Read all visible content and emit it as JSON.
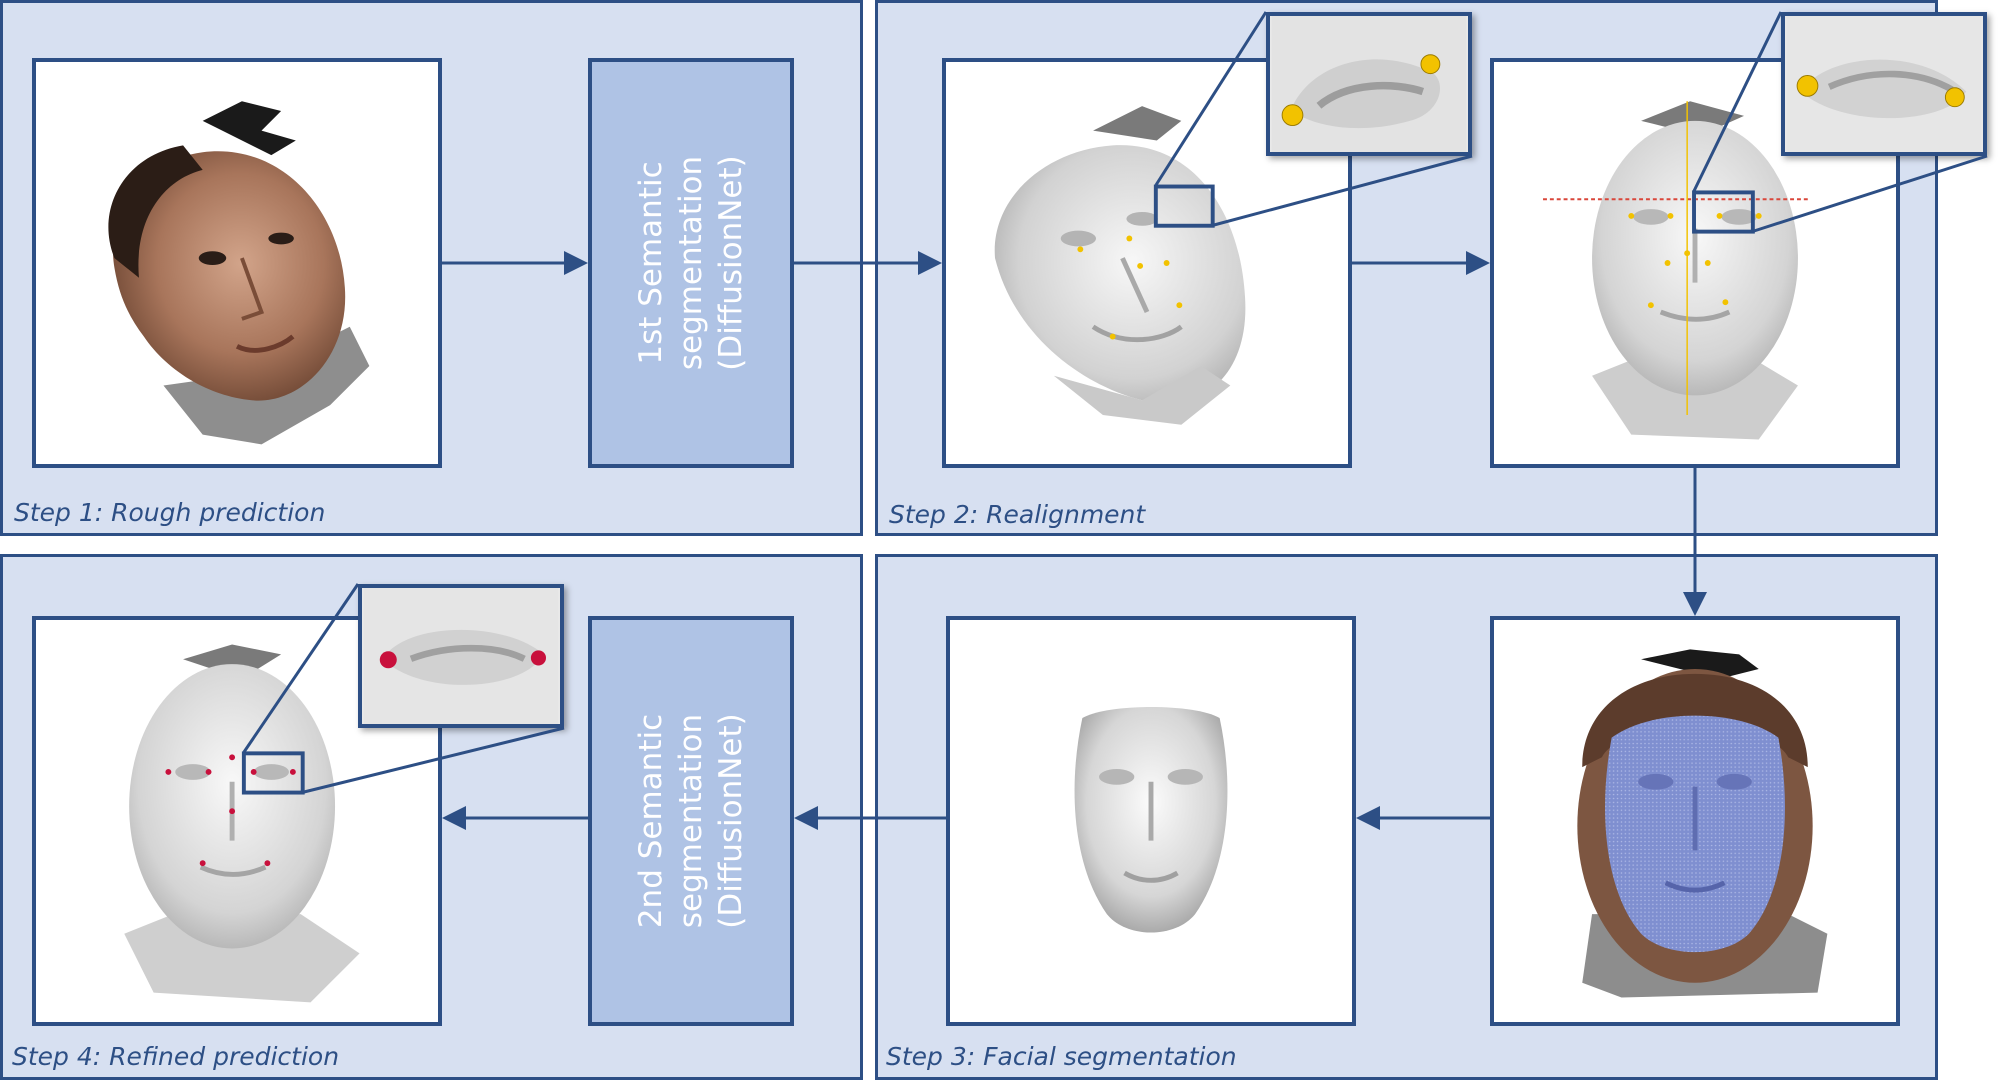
{
  "steps": {
    "step1": "Step 1: Rough prediction",
    "step2": "Step 2: Realignment",
    "step3": "Step 3: Facial segmentation",
    "step4": "Step 4: Refined prediction"
  },
  "process_boxes": {
    "first": {
      "line1": "1st Semantic",
      "line2": "segmentation",
      "line3": "(DiffusionNet)"
    },
    "second": {
      "line1": "2nd Semantic",
      "line2": "segmentation",
      "line3": "(DiffusionNet)"
    }
  },
  "colors": {
    "panel_fill": "#d7e0f1",
    "panel_border": "#2d4f85",
    "process_fill": "#afc3e5",
    "landmark_yellow": "#f2c200",
    "landmark_red": "#c8103c",
    "segmentation_blue": "#7f8fd0",
    "skin": "#b98a6c"
  },
  "icons": [
    "textured-head-scan",
    "gray-head-mesh",
    "segmented-face-mesh",
    "cropped-face-mesh",
    "eye-closeup",
    "flow-arrow"
  ]
}
